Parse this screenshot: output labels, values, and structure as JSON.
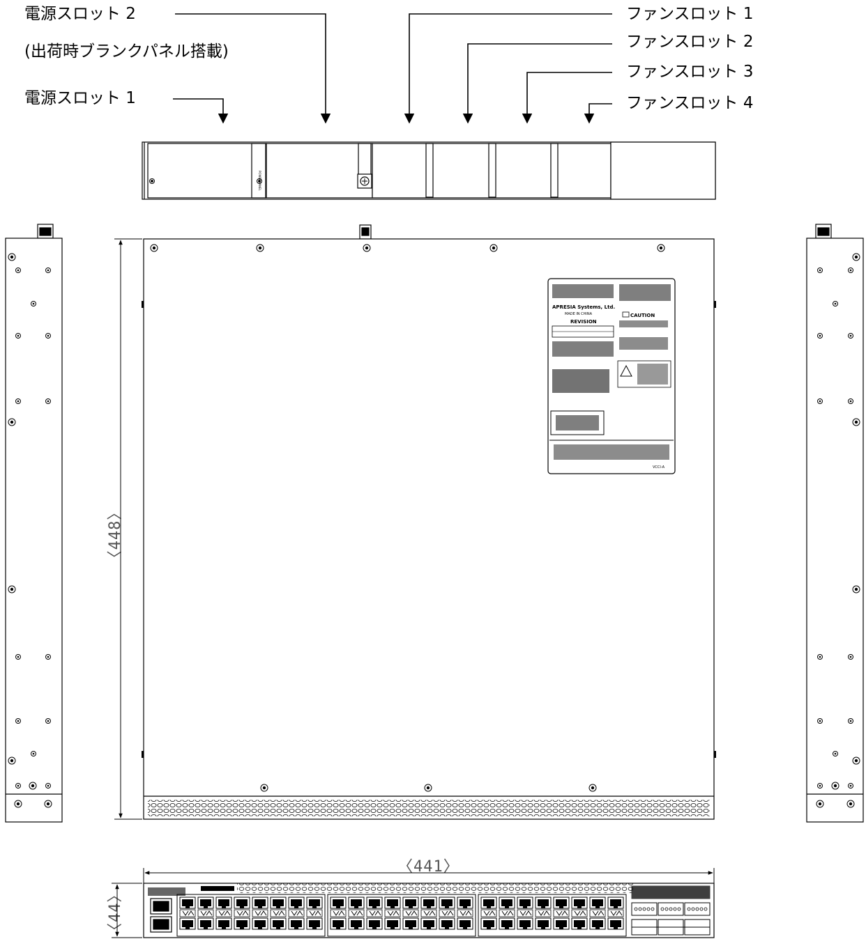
{
  "callouts": {
    "psu2": "電源スロット 2",
    "psu2_note": "(出荷時ブランクパネル搭載)",
    "psu1": "電源スロット 1",
    "fan1": "ファンスロット 1",
    "fan2": "ファンスロット 2",
    "fan3": "ファンスロット 3",
    "fan4": "ファンスロット 4"
  },
  "dimensions": {
    "depth": "〈448〉",
    "width": "〈441〉",
    "height": "〈44〉"
  },
  "label_plate": {
    "company": "APRESIA Systems, Ltd.",
    "made_in": "MADE IN CHINA",
    "revision": "REVISION",
    "caution": "CAUTION",
    "vcci": "VCCI-A"
  }
}
